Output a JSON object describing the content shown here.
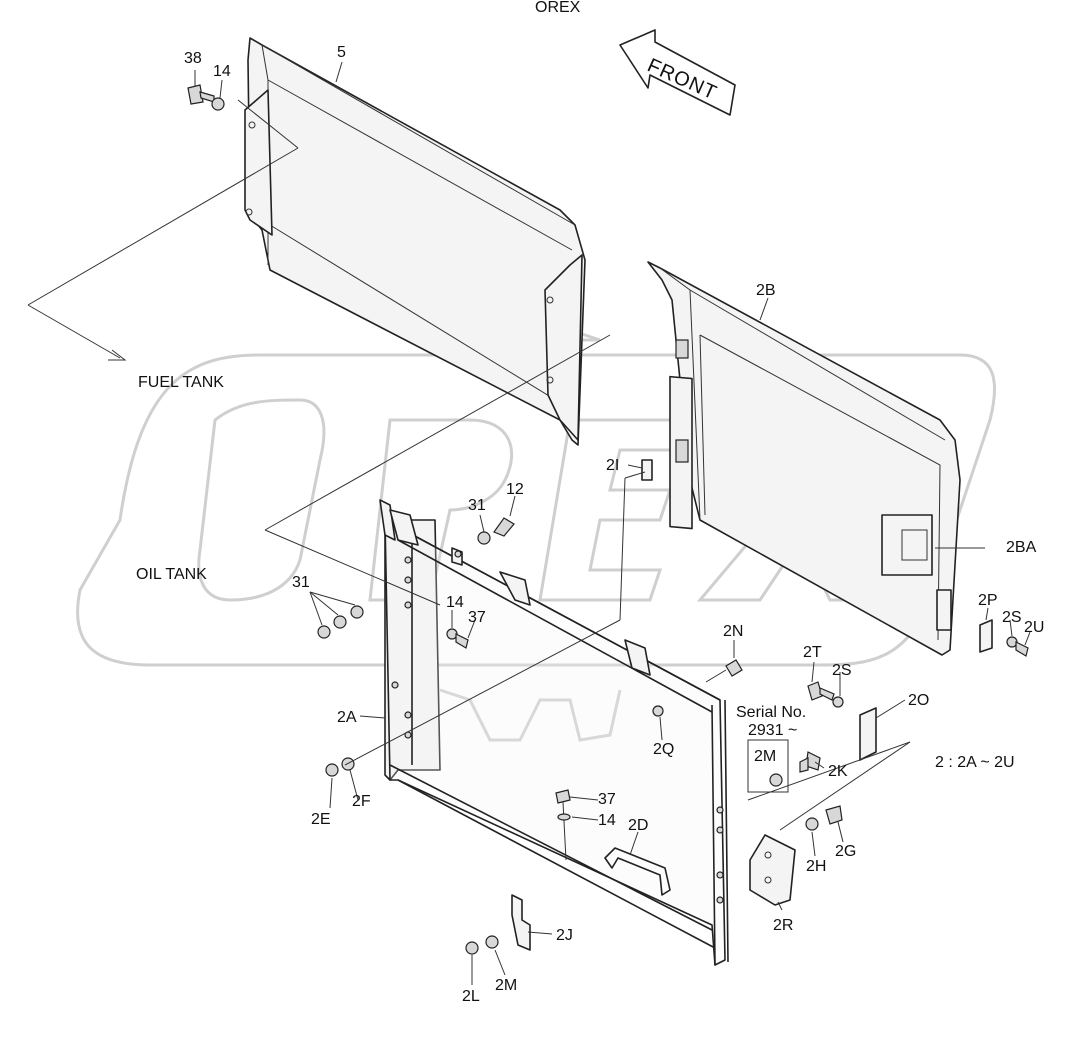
{
  "colors": {
    "line": "#222222",
    "watermark": "#cfcfcf",
    "background": "#ffffff"
  },
  "direction": {
    "label": "FRONT"
  },
  "notes": {
    "fuel_tank": "FUEL TANK",
    "oil_tank": "OIL TANK",
    "serial_line1": "Serial No.",
    "serial_line2": "2931 ~",
    "assembly": "2 : 2A ~ 2U"
  },
  "watermark": {
    "text": "OREX"
  },
  "callouts": {
    "p38": "38",
    "p14a": "14",
    "p5": "5",
    "p2B": "2B",
    "p2I": "2I",
    "p31a": "31",
    "p12": "12",
    "p2BA": "2BA",
    "p31b": "31",
    "p14b": "14",
    "p37a": "37",
    "p2P": "2P",
    "p2S_a": "2S",
    "p2U": "2U",
    "p2N": "2N",
    "p2T": "2T",
    "p2S_b": "2S",
    "p2O": "2O",
    "p2A": "2A",
    "p2Q": "2Q",
    "p2M_box": "2M",
    "p2K": "2K",
    "p2E": "2E",
    "p2F": "2F",
    "p37b": "37",
    "p14c": "14",
    "p2D": "2D",
    "p2H": "2H",
    "p2G": "2G",
    "p2R": "2R",
    "p2J": "2J",
    "p2L": "2L",
    "p2M": "2M"
  }
}
